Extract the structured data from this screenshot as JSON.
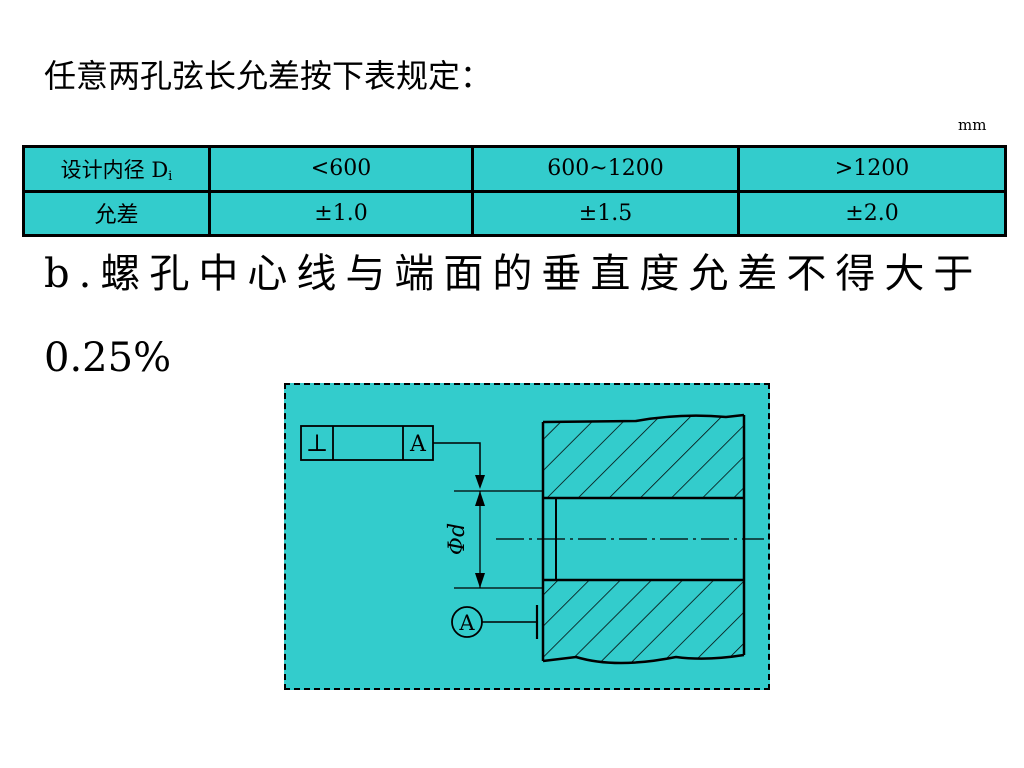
{
  "heading": "任意两孔弦长允差按下表规定：",
  "unit": "mm",
  "table": {
    "header_label": "设计内径 D",
    "header_sub": "i",
    "ranges": [
      "<600",
      "600~1200",
      ">1200"
    ],
    "row_label": "允差",
    "tolerances": [
      "±1.0",
      "±1.5",
      "±2.0"
    ]
  },
  "paragraph_b": {
    "line1": "b.螺孔中心线与端面的垂直度允差不得大于",
    "line2": "0.25%"
  },
  "drawing": {
    "perpendicularity_symbol": "⊥",
    "datum_letter": "A",
    "diameter_label": "Φd",
    "datum_circle_letter": "A"
  }
}
